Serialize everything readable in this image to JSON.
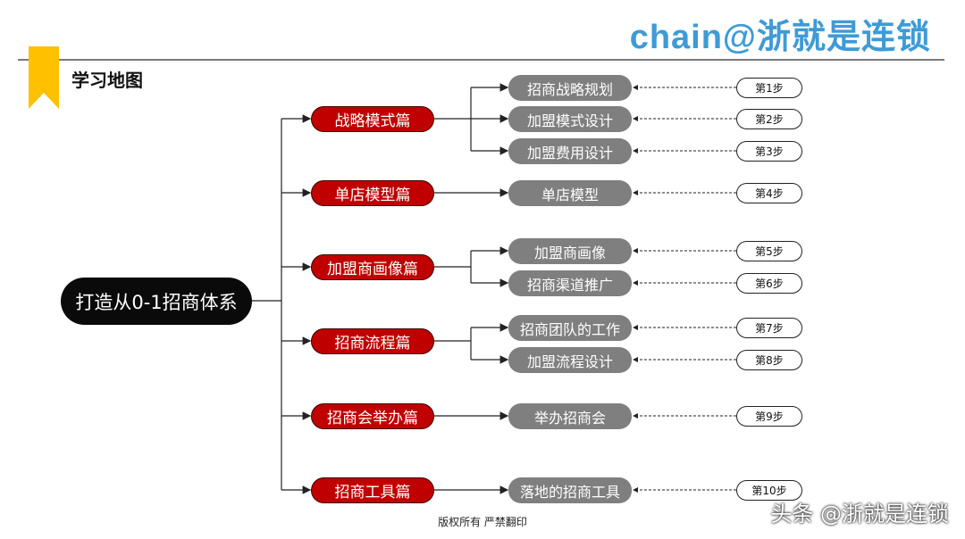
{
  "brand": "chain@浙就是连锁",
  "title": "学习地图",
  "root": "打造从0-1招商体系",
  "categories": [
    {
      "label": "战略模式篇",
      "topics": [
        {
          "label": "招商战略规划",
          "step": "第1步"
        },
        {
          "label": "加盟模式设计",
          "step": "第2步"
        },
        {
          "label": "加盟费用设计",
          "step": "第3步"
        }
      ]
    },
    {
      "label": "单店模型篇",
      "topics": [
        {
          "label": "单店模型",
          "step": "第4步"
        }
      ]
    },
    {
      "label": "加盟商画像篇",
      "topics": [
        {
          "label": "加盟商画像",
          "step": "第5步"
        },
        {
          "label": "招商渠道推广",
          "step": "第6步"
        }
      ]
    },
    {
      "label": "招商流程篇",
      "topics": [
        {
          "label": "招商团队的工作",
          "step": "第7步"
        },
        {
          "label": "加盟流程设计",
          "step": "第8步"
        }
      ]
    },
    {
      "label": "招商会举办篇",
      "topics": [
        {
          "label": "举办招商会",
          "step": "第9步"
        }
      ]
    },
    {
      "label": "招商工具篇",
      "topics": [
        {
          "label": "落地的招商工具",
          "step": "第10步"
        }
      ]
    }
  ],
  "footer": "版权所有 严禁翻印",
  "watermark": "头条 @浙就是连锁",
  "colors": {
    "category": "#c00000",
    "topic": "#7f7f7f",
    "root": "#0a0a0a",
    "brand": "#3e9bd6",
    "bookmark": "#ffc000"
  }
}
